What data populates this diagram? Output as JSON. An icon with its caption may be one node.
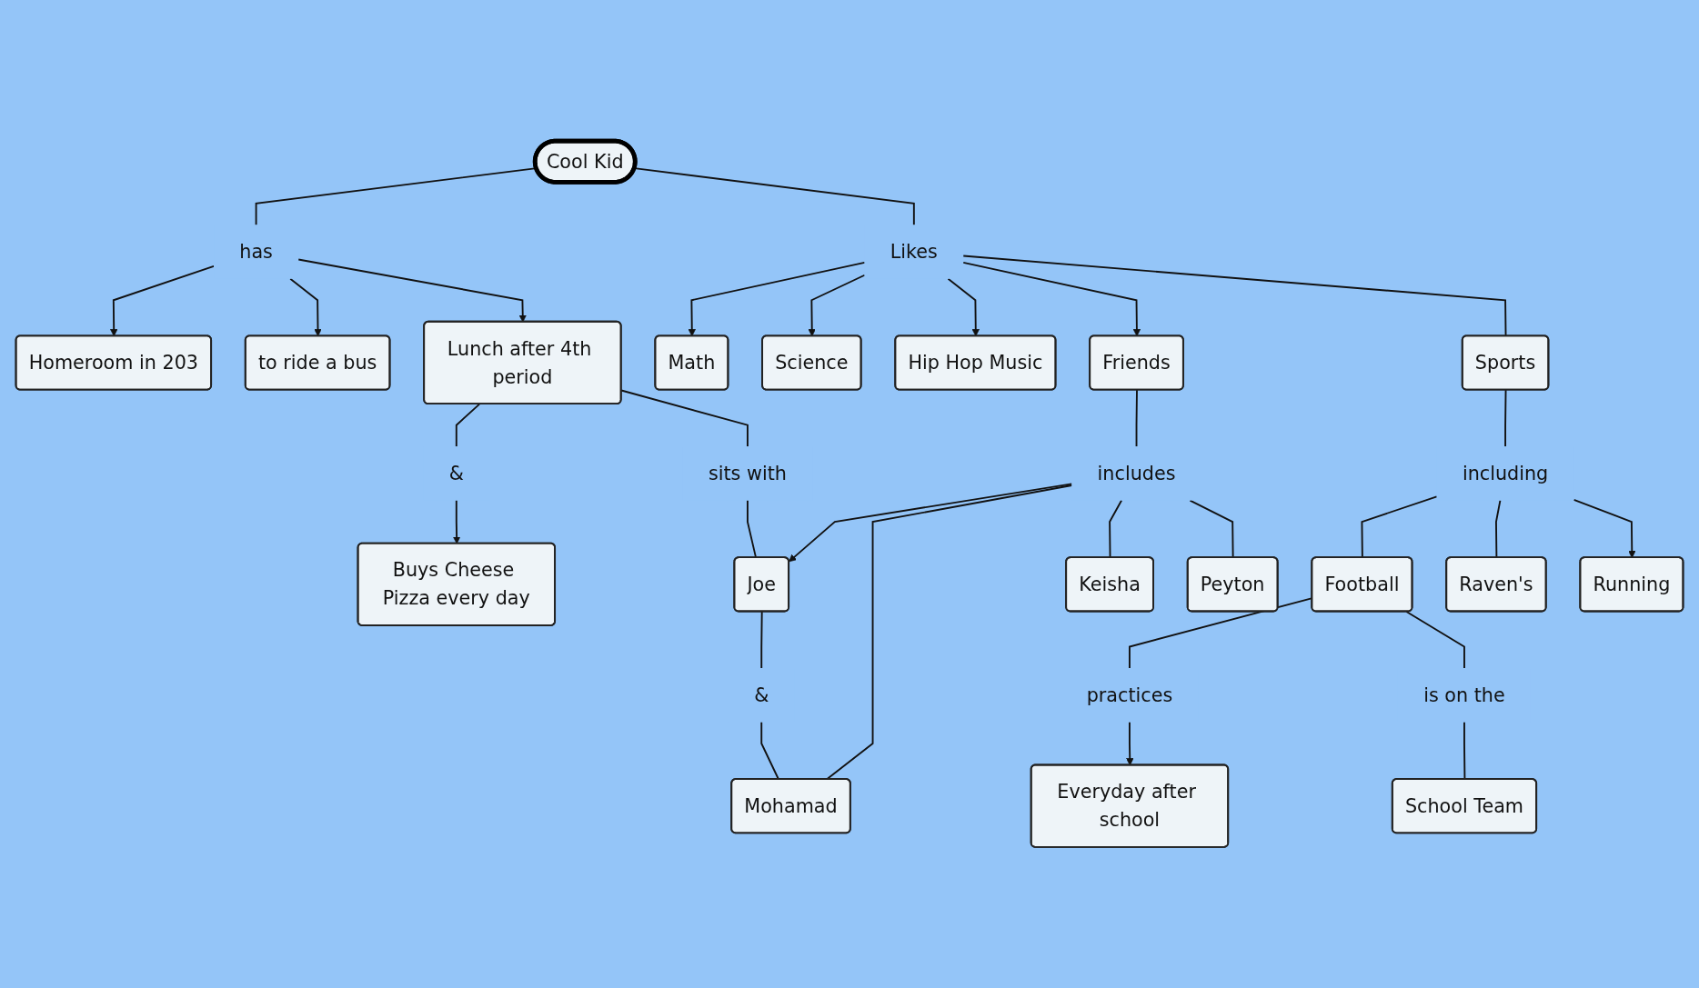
{
  "diagram": {
    "nodes": [
      {
        "text": [
          "Homeroom in 203"
        ]
      },
      {
        "text": [
          "to ride a bus"
        ]
      },
      {
        "text": [
          "Buys Cheese Pizza every day"
        ]
      },
      {
        "text": [
          "Lunch after 4th period"
        ]
      },
      {
        "text": [
          "&"
        ]
      },
      {
        "text": [
          "has"
        ]
      },
      {
        "text": [
          "Cool Kid"
        ]
      },
      {
        "text": [
          "Math"
        ]
      },
      {
        "text": [
          "sits with"
        ]
      },
      {
        "text": [
          "Friends"
        ]
      },
      {
        "text": [
          "Likes"
        ]
      },
      {
        "text": [
          "Science"
        ]
      },
      {
        "text": [
          "Hip Hop Music"
        ]
      },
      {
        "text": [
          "Joe"
        ]
      },
      {
        "text": [
          "includes"
        ]
      },
      {
        "text": [
          "&"
        ]
      },
      {
        "text": [
          "Sports"
        ]
      },
      {
        "text": [
          "Mohamad"
        ]
      },
      {
        "text": [
          "Keisha"
        ]
      },
      {
        "text": [
          "Peyton"
        ]
      },
      {
        "text": [
          "including"
        ]
      },
      {
        "text": [
          "Everyday after school"
        ]
      },
      {
        "text": [
          "practices"
        ]
      },
      {
        "text": [
          "Football"
        ]
      },
      {
        "text": [
          "Raven's"
        ]
      },
      {
        "text": [
          "Running"
        ]
      },
      {
        "text": [
          "is on the"
        ]
      },
      {
        "text": [
          "School Team"
        ]
      }
    ],
    "edges": [
      {
        "from": 6,
        "to": 5,
        "arrow": "none"
      },
      {
        "from": 5,
        "to": 0,
        "arrow": "to"
      },
      {
        "from": 5,
        "to": 1,
        "arrow": "to"
      },
      {
        "from": 5,
        "to": 3,
        "arrow": "to"
      },
      {
        "from": 3,
        "to": 4,
        "arrow": "none"
      },
      {
        "from": 4,
        "to": 2,
        "arrow": "to"
      },
      {
        "from": 6,
        "to": 10,
        "arrow": "none"
      },
      {
        "from": 10,
        "to": 7,
        "arrow": "to"
      },
      {
        "from": 10,
        "to": 11,
        "arrow": "to"
      },
      {
        "from": 10,
        "to": 12,
        "arrow": "to"
      },
      {
        "from": 10,
        "to": 9,
        "arrow": "to"
      },
      {
        "from": 10,
        "to": 16,
        "arrow": "none"
      },
      {
        "from": 3,
        "to": 8,
        "arrow": "none"
      },
      {
        "from": 8,
        "to": 13,
        "arrow": "none"
      },
      {
        "from": 9,
        "to": 14,
        "arrow": "none"
      },
      {
        "from": 14,
        "to": 13,
        "arrow": "to"
      },
      {
        "from": 14,
        "to": 17,
        "arrow": "none"
      },
      {
        "from": 14,
        "to": 18,
        "arrow": "none"
      },
      {
        "from": 14,
        "to": 19,
        "arrow": "none"
      },
      {
        "from": 13,
        "to": 15,
        "arrow": "none"
      },
      {
        "from": 15,
        "to": 17,
        "arrow": "none"
      },
      {
        "from": 16,
        "to": 20,
        "arrow": "none"
      },
      {
        "from": 20,
        "to": 23,
        "arrow": "none"
      },
      {
        "from": 20,
        "to": 24,
        "arrow": "none"
      },
      {
        "from": 20,
        "to": 25,
        "arrow": "to"
      },
      {
        "from": 23,
        "to": 22,
        "arrow": "none"
      },
      {
        "from": 22,
        "to": 21,
        "arrow": "to"
      },
      {
        "from": 23,
        "to": 26,
        "arrow": "none"
      },
      {
        "from": 26,
        "to": 27,
        "arrow": "none"
      }
    ]
  }
}
